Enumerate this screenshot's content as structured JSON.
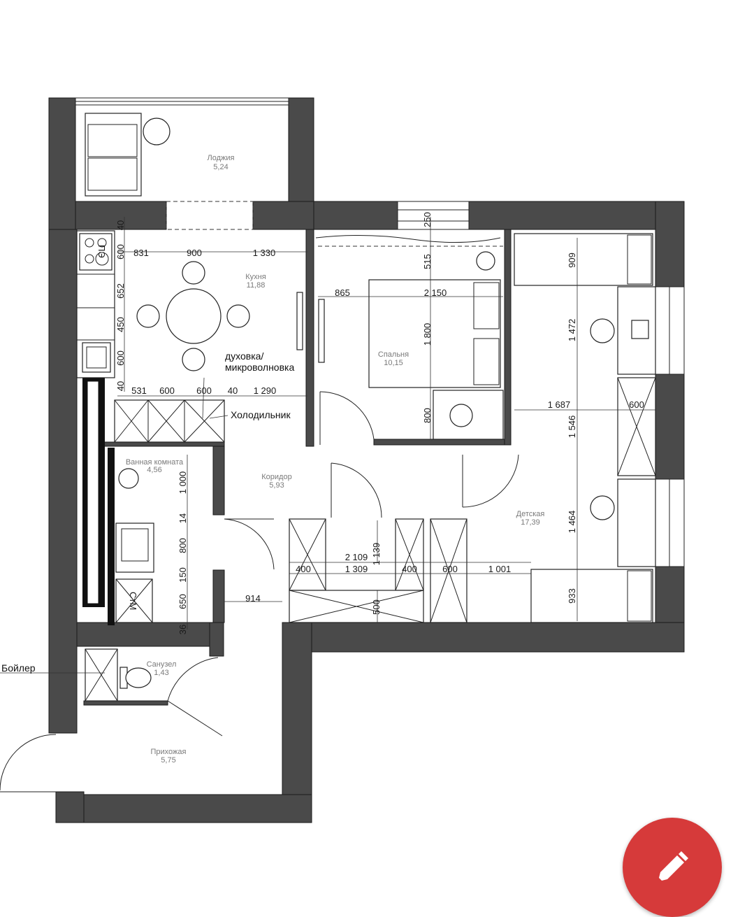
{
  "rooms": {
    "loggia": {
      "name": "Лоджия",
      "area": "5,24"
    },
    "kitchen": {
      "name": "Кухня",
      "area": "11,88"
    },
    "bedroom": {
      "name": "Спальня",
      "area": "10,15"
    },
    "kids": {
      "name": "Детская",
      "area": "17,39"
    },
    "corridor": {
      "name": "Коридор",
      "area": "5,93"
    },
    "bathroom": {
      "name": "Ванная комната",
      "area": "4,56"
    },
    "wc": {
      "name": "Санузел",
      "area": "1,43"
    },
    "hall": {
      "name": "Прихожая",
      "area": "5,75"
    }
  },
  "labels": {
    "oven_line1": "духовка/",
    "oven_line2": "микроволновка",
    "fridge": "Холодильник",
    "boiler": "Бойлер",
    "stove": "ПЭ",
    "washer": "СтМ"
  },
  "dims": {
    "k_40a": "40",
    "k_600a": "600",
    "k_652": "652",
    "k_450": "450",
    "k_600b": "600",
    "k_40b": "40",
    "k_831": "831",
    "k_900": "900",
    "k_1330": "1 330",
    "k_531": "531",
    "k_600c": "600",
    "k_600d": "600",
    "k_40c": "40",
    "k_1290": "1 290",
    "b_250": "250",
    "b_515": "515",
    "b_1800": "1 800",
    "b_800": "800",
    "b_865": "865",
    "b_2150": "2 150",
    "d_909": "909",
    "d_1472": "1 472",
    "d_1546": "1 546",
    "d_1464": "1 464",
    "d_933": "933",
    "d_1687": "1 687",
    "d_600": "600",
    "d_1001": "1 001",
    "c_2109": "2 109",
    "c_1139": "1 139",
    "c_400a": "400",
    "c_1309": "1 309",
    "c_400b": "400",
    "c_600": "600",
    "c_500": "500",
    "w_1000": "1 000",
    "w_14": "14",
    "w_800": "800",
    "w_150": "150",
    "w_650": "650",
    "w_36": "36",
    "w_914": "914"
  },
  "colors": {
    "wall": "#4a4a4a",
    "fab": "#d63a3a"
  },
  "fab_icon": "pencil-icon"
}
